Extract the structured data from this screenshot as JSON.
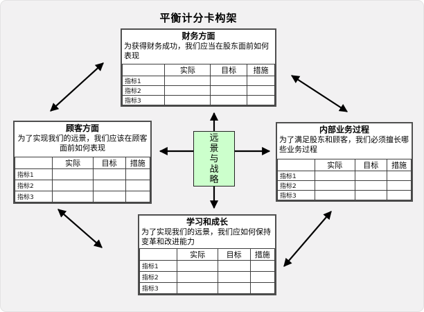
{
  "page_title": "平衡计分卡构架",
  "center": {
    "label": "远景与战略"
  },
  "panels": {
    "financial": {
      "title": "财务方面",
      "desc": "为获得财务成功，我们应当在股东面前如何表现",
      "table": {
        "headers": [
          "",
          "实际",
          "目标",
          "措施"
        ],
        "row_labels": [
          "指标1",
          "指标2",
          "指标3"
        ]
      }
    },
    "customer": {
      "title": "顾客方面",
      "desc": "为了实现我们的远景，我们应该在顾客面前如何表现",
      "table": {
        "headers": [
          "",
          "实际",
          "目标",
          "措施"
        ],
        "row_labels": [
          "指标1",
          "指标2",
          "指标3"
        ]
      }
    },
    "internal": {
      "title": "内部业务过程",
      "desc": "为了满足股东和顾客，我们必须擅长哪些业务过程",
      "table": {
        "headers": [
          "",
          "实际",
          "目标",
          "措施"
        ],
        "row_labels": [
          "指标1",
          "指标2",
          "指标3"
        ]
      }
    },
    "learning": {
      "title": "学习和成长",
      "desc": "为了实现我们的远景，我们应如何保持变革和改进能力",
      "table": {
        "headers": [
          "",
          "实际",
          "目标",
          "措施"
        ],
        "row_labels": [
          "指标1",
          "指标2",
          "指标3"
        ]
      }
    }
  },
  "connections": [
    {
      "from": "远景与战略",
      "to": "财务方面",
      "style": "single-arrow"
    },
    {
      "from": "远景与战略",
      "to": "顾客方面",
      "style": "single-arrow"
    },
    {
      "from": "远景与战略",
      "to": "内部业务过程",
      "style": "single-arrow"
    },
    {
      "from": "远景与战略",
      "to": "学习和成长",
      "style": "single-arrow"
    },
    {
      "from": "顾客方面",
      "to": "财务方面",
      "style": "double-arrow"
    },
    {
      "from": "财务方面",
      "to": "内部业务过程",
      "style": "double-arrow"
    },
    {
      "from": "顾客方面",
      "to": "学习和成长",
      "style": "double-arrow"
    },
    {
      "from": "学习和成长",
      "to": "内部业务过程",
      "style": "double-arrow"
    }
  ],
  "colors": {
    "vision_box_bg": "#ccffcc",
    "background": "#f2f1f2",
    "line": "#000000"
  }
}
